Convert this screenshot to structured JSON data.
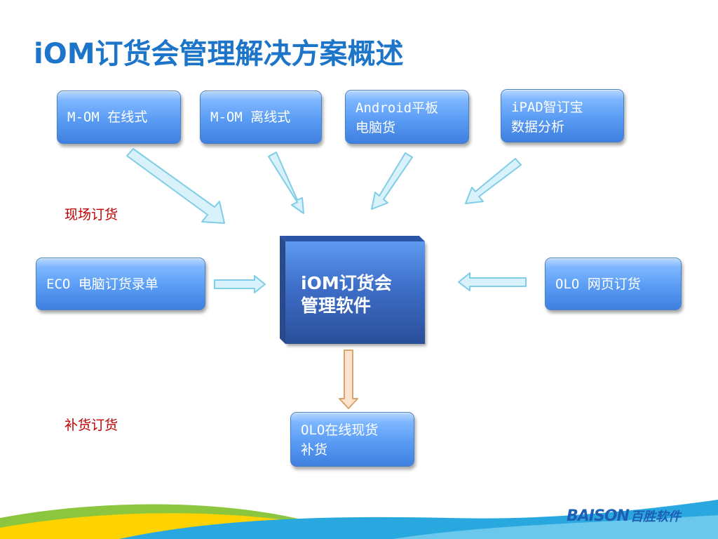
{
  "slide": {
    "title": "iOM订货会管理解决方案概述"
  },
  "sections": {
    "onsite_label": "现场订货",
    "replenish_label": "补货订货"
  },
  "nodes": {
    "mom_online": "M-OM 在线式",
    "mom_offline": "M-OM 离线式",
    "android": "Android平板\n电脑货",
    "ipad": "iPAD智订宝\n数据分析",
    "eco": "ECO 电脑订货录单",
    "olo_web": "OLO 网页订货",
    "olo_replenish": "OLO在线现货\n补货",
    "center": "iOM订货会\n管理软件"
  },
  "logo": {
    "latin": "BAISON",
    "cjk": "百胜软件"
  },
  "colors": {
    "title": "#1c75c8",
    "node_fill": "#5a9cf4",
    "center_fill": "#3d6ec8",
    "section_label": "#c00000",
    "arrow_fill": "#d9f1fb",
    "arrow_stroke": "#7fcde6",
    "down_arrow_fill": "#fbe3cf",
    "down_arrow_stroke": "#d9a36b",
    "footer_green": "#8cc63f",
    "footer_yellow": "#ffd200",
    "footer_blue": "#29a8e0"
  }
}
